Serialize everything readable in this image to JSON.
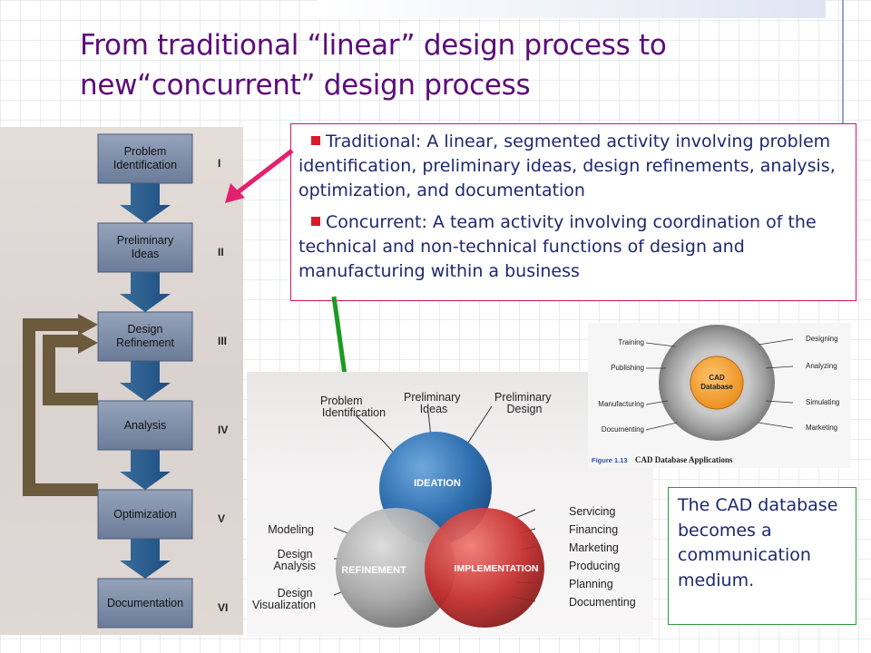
{
  "title": {
    "line1": "From traditional “linear” design process to",
    "line2": "new“concurrent” design process"
  },
  "bullets": [
    {
      "text": "Traditional: A linear, segmented activity involving problem identification, preliminary ideas, design refinements, analysis, optimization, and documentation"
    },
    {
      "text": "Concurrent: A team activity involving coordination of the technical and non-technical functions of design and manufacturing within a business"
    }
  ],
  "flowchart": {
    "steps": [
      {
        "label1": "Problem",
        "label2": "Identification",
        "numeral": "I"
      },
      {
        "label1": "Preliminary",
        "label2": "Ideas",
        "numeral": "II"
      },
      {
        "label1": "Design",
        "label2": "Refinement",
        "numeral": "III"
      },
      {
        "label1": "Analysis",
        "label2": "",
        "numeral": "IV"
      },
      {
        "label1": "Optimization",
        "label2": "",
        "numeral": "V"
      },
      {
        "label1": "Documentation",
        "label2": "",
        "numeral": "VI"
      }
    ]
  },
  "venn": {
    "circles": {
      "ideation": "IDEATION",
      "refinement": "REFINEMENT",
      "implementation": "IMPLEMENTATION"
    },
    "top_labels": {
      "problem_identification": [
        "Problem",
        "Identification"
      ],
      "preliminary_ideas": [
        "Preliminary",
        "Ideas"
      ],
      "preliminary_design": [
        "Preliminary",
        "Design"
      ]
    },
    "left_labels": [
      [
        "Modeling"
      ],
      [
        "Design",
        "Analysis"
      ],
      [
        "Design",
        "Visualization"
      ]
    ],
    "right_labels": [
      "Servicing",
      "Financing",
      "Marketing",
      "Producing",
      "Planning",
      "Documenting"
    ]
  },
  "cad_figure": {
    "center": [
      "CAD",
      "Database"
    ],
    "left_items": [
      "Training",
      "Publishing",
      "Manufacturing",
      "Documenting"
    ],
    "right_items": [
      "Designing",
      "Analyzing",
      "Simulating",
      "Marketing"
    ],
    "caption_number": "Figure 1.13",
    "caption_text": "CAD Database Applications"
  },
  "cad_note": {
    "text": "The CAD database becomes a communication medium."
  },
  "colors": {
    "title": "#5c0b78",
    "body_text": "#1d2870",
    "bullet_square": "#d81b2c",
    "pink_arrow": "#e5206e",
    "green_arrow": "#1e9a22",
    "flow_box": "#7f8fa8",
    "flow_arrow": "#2c5f91",
    "loop_arrow": "#6b5a3c",
    "ideation": "#2f6fb0",
    "refinement": "#a7a7a7",
    "implementation": "#c42b2b"
  }
}
